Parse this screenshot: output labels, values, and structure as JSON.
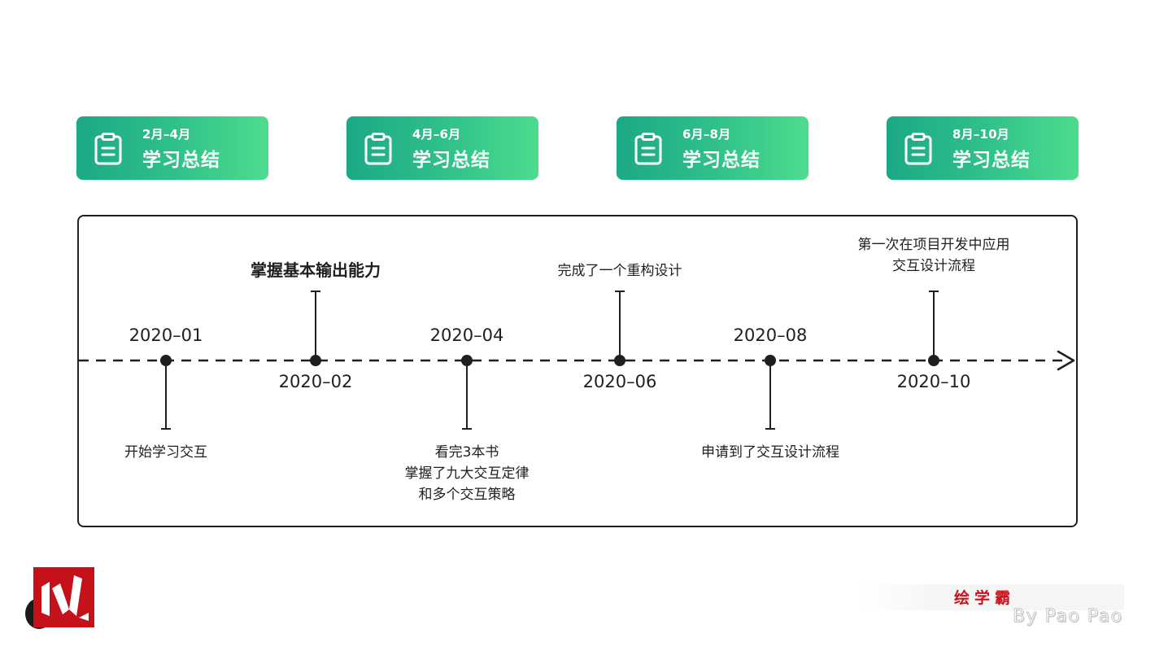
{
  "cards": [
    {
      "range": "2月–4月",
      "title": "学习总结",
      "icon": "clipboard-icon"
    },
    {
      "range": "4月–6月",
      "title": "学习总结",
      "icon": "clipboard-icon"
    },
    {
      "range": "6月–8月",
      "title": "学习总结",
      "icon": "clipboard-icon"
    },
    {
      "range": "8月–10月",
      "title": "学习总结",
      "icon": "clipboard-icon"
    }
  ],
  "milestones": [
    {
      "date": "2020–01",
      "note_lines": [
        "开始学习交互"
      ]
    },
    {
      "date": "2020–02",
      "note_lines": [
        "掌握基本输出能力"
      ]
    },
    {
      "date": "2020–04",
      "note_lines": [
        "看完3本书",
        "掌握了九大交互定律",
        "和多个交互策略"
      ]
    },
    {
      "date": "2020–06",
      "note_lines": [
        "完成了一个重构设计"
      ]
    },
    {
      "date": "2020–08",
      "note_lines": [
        "申请到了交互设计流程"
      ]
    },
    {
      "date": "2020–10",
      "note_lines": [
        "第一次在项目开发中应用",
        "交互设计流程"
      ]
    }
  ],
  "watermark": {
    "title": "绘学霸",
    "byline": "By Pao Pao"
  },
  "colors": {
    "card_gradient_start": "#1ca886",
    "card_gradient_end": "#4ddc8e",
    "line": "#1f1f1f",
    "brand_red": "#c4111a"
  }
}
